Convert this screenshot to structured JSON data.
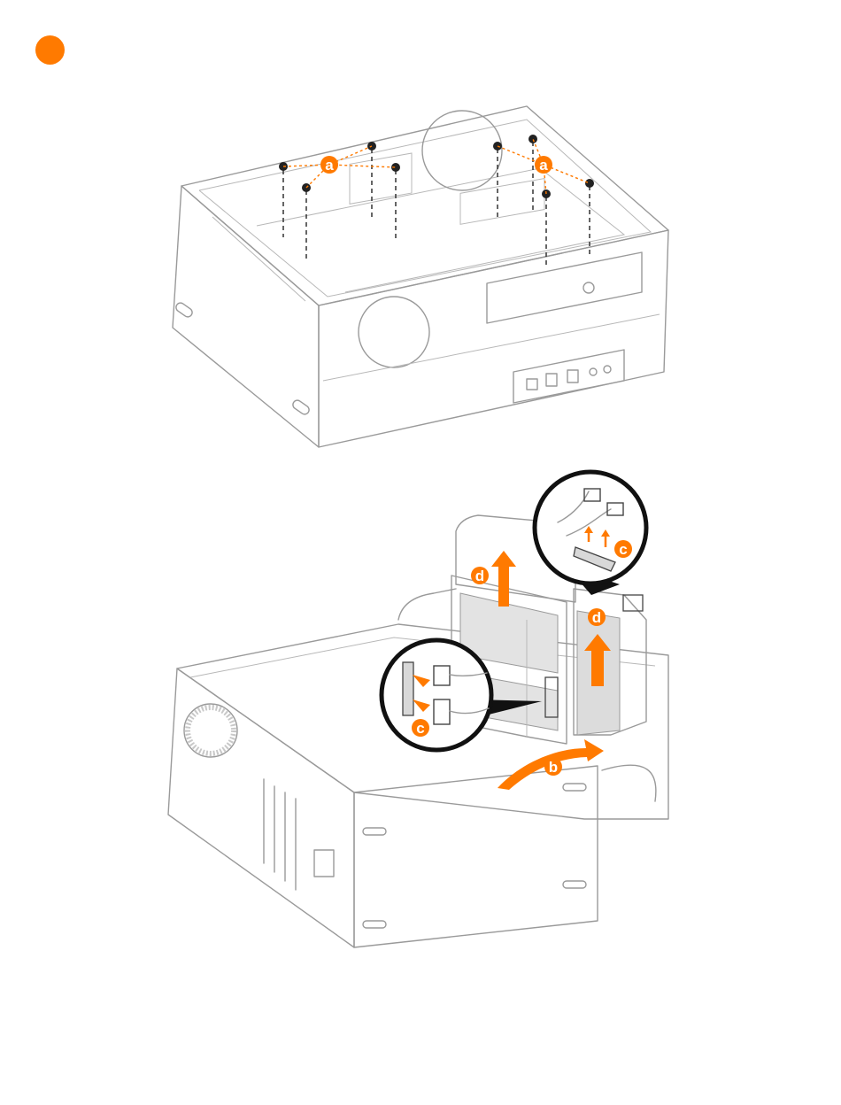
{
  "colors": {
    "accent": "#ff7a00",
    "line": "#9a9a9a",
    "dark": "#222222",
    "panel_fill": "#e3e3e3"
  },
  "callouts": {
    "screws_left": "a",
    "screws_right": "a",
    "rotate": "b",
    "connector_top": "c",
    "connector_left": "c",
    "lift_left": "d",
    "lift_right": "d"
  }
}
